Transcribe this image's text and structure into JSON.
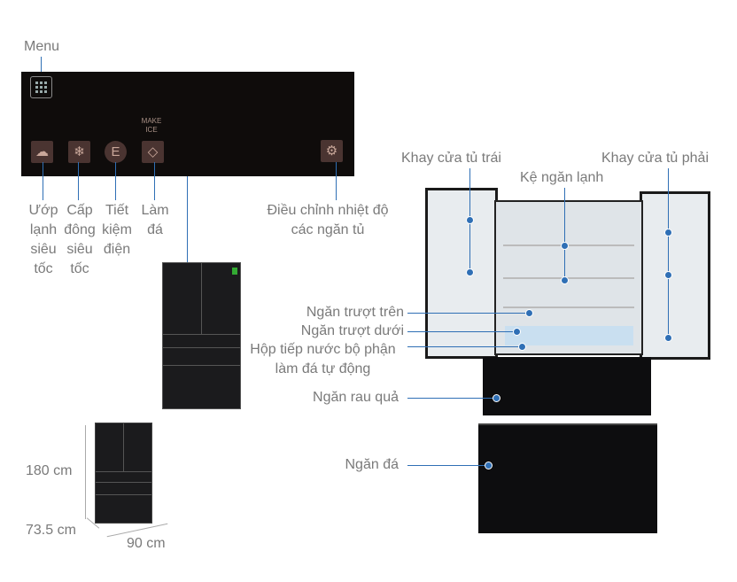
{
  "control_panel": {
    "menu_label": "Menu",
    "make_ice_text": "MAKE ICE",
    "buttons": [
      {
        "icon": "fast-cooling-icon",
        "label": "Ướp lạnh siêu tốc"
      },
      {
        "icon": "fast-freeze-icon",
        "label": "Cấp đông siêu tốc"
      },
      {
        "icon": "energy-saving-icon",
        "label": "Tiết kiệm điện"
      },
      {
        "icon": "ice-maker-icon",
        "label": "Làm đá"
      },
      {
        "icon": "temperature-adjust-icon",
        "label": "Điều chỉnh nhiệt độ các ngăn tủ"
      }
    ]
  },
  "dimensions": {
    "height": "180 cm",
    "depth": "73.5 cm",
    "width": "90 cm"
  },
  "parts": {
    "left_door_tray": "Khay cửa tủ trái",
    "chiller_shelf": "Kệ ngăn lạnh",
    "right_door_tray": "Khay cửa tủ phải",
    "upper_slide": "Ngăn trượt trên",
    "lower_slide": "Ngăn trượt dưới",
    "ice_water_box": "Hộp tiếp nước bộ phận làm đá tự động",
    "vegetable_drawer": "Ngăn rau quả",
    "ice_drawer": "Ngăn đá"
  },
  "colors": {
    "accent": "#2f6fb5",
    "text": "#7a7a7a",
    "panel": "#0f0c0b"
  }
}
